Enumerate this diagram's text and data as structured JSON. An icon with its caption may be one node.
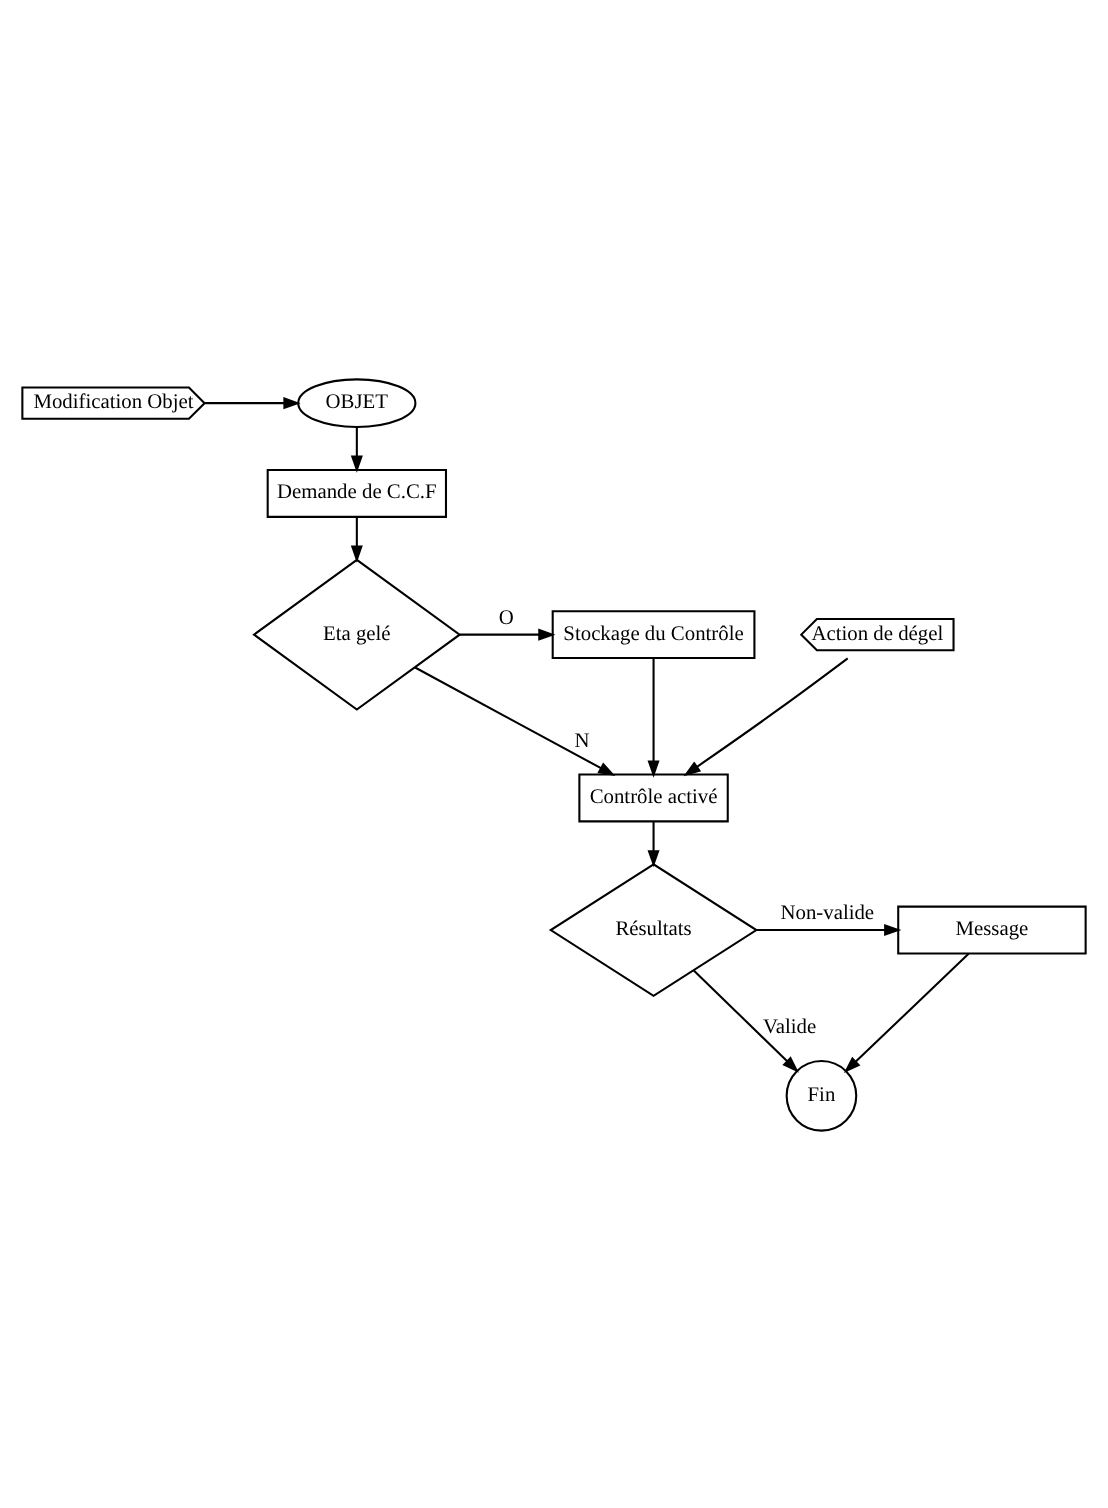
{
  "diagram": {
    "nodes": [
      {
        "text": [
          "Modification Objet"
        ]
      },
      {
        "text": [
          "OBJET"
        ]
      },
      {
        "text": [
          "Demande de C.C.F"
        ]
      },
      {
        "text": [
          "Eta gelé"
        ]
      },
      {
        "text": [
          "Stockage du Contrôle"
        ]
      },
      {
        "text": [
          "Action de dégel"
        ]
      },
      {
        "text": [
          "Contrôle activé"
        ]
      },
      {
        "text": [
          "Résultats"
        ]
      },
      {
        "text": [
          "Message"
        ]
      },
      {
        "text": [
          "Fin"
        ]
      }
    ],
    "edges": [
      {
        "from": 0,
        "to": 1,
        "arrow": "to"
      },
      {
        "from": 1,
        "to": 2,
        "arrow": "to"
      },
      {
        "from": 2,
        "to": 3,
        "arrow": "to"
      },
      {
        "from": 3,
        "to": 4,
        "label": "O",
        "arrow": "to"
      },
      {
        "from": 3,
        "to": 6,
        "label": "N",
        "arrow": "to"
      },
      {
        "from": 4,
        "to": 6,
        "arrow": "to"
      },
      {
        "from": 5,
        "to": 6,
        "arrow": "to"
      },
      {
        "from": 6,
        "to": 7,
        "arrow": "to"
      },
      {
        "from": 7,
        "to": 9,
        "label": "Valide",
        "arrow": "to"
      },
      {
        "from": 7,
        "to": 8,
        "label": "Non-valide",
        "arrow": "to"
      },
      {
        "from": 8,
        "to": 9,
        "arrow": "to"
      }
    ]
  }
}
